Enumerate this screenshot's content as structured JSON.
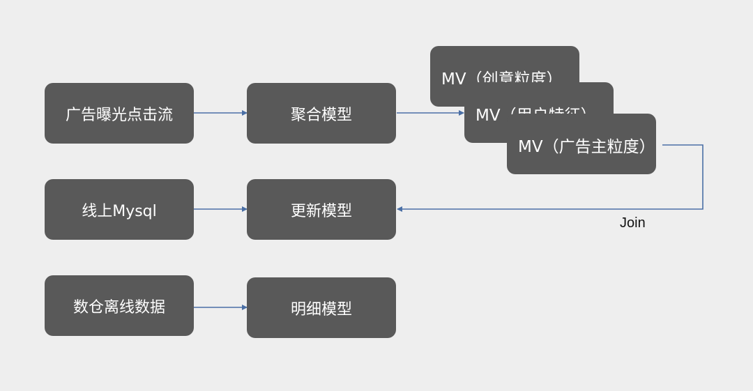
{
  "diagram": {
    "sources": [
      {
        "id": "ad-stream",
        "label": "广告曝光点击流"
      },
      {
        "id": "online-mysql",
        "label": "线上Mysql"
      },
      {
        "id": "warehouse-offline",
        "label": "数仓离线数据"
      }
    ],
    "models": [
      {
        "id": "aggregate-model",
        "label": "聚合模型"
      },
      {
        "id": "update-model",
        "label": "更新模型"
      },
      {
        "id": "detail-model",
        "label": "明细模型"
      }
    ],
    "materialized_views": [
      {
        "id": "mv-creative",
        "label": "MV（创意粒度）"
      },
      {
        "id": "mv-user",
        "label": "MV（用户特征）"
      },
      {
        "id": "mv-advertiser",
        "label": "MV（广告主粒度）"
      }
    ],
    "edges": [
      {
        "from": "ad-stream",
        "to": "aggregate-model"
      },
      {
        "from": "online-mysql",
        "to": "update-model"
      },
      {
        "from": "warehouse-offline",
        "to": "detail-model"
      },
      {
        "from": "aggregate-model",
        "to": "mv-user"
      },
      {
        "from": "mv-advertiser",
        "to": "update-model",
        "label": "Join"
      }
    ],
    "colors": {
      "background": "#eeeeee",
      "node_fill": "#595959",
      "node_text": "#ffffff",
      "edge": "#4a6fa5"
    }
  }
}
